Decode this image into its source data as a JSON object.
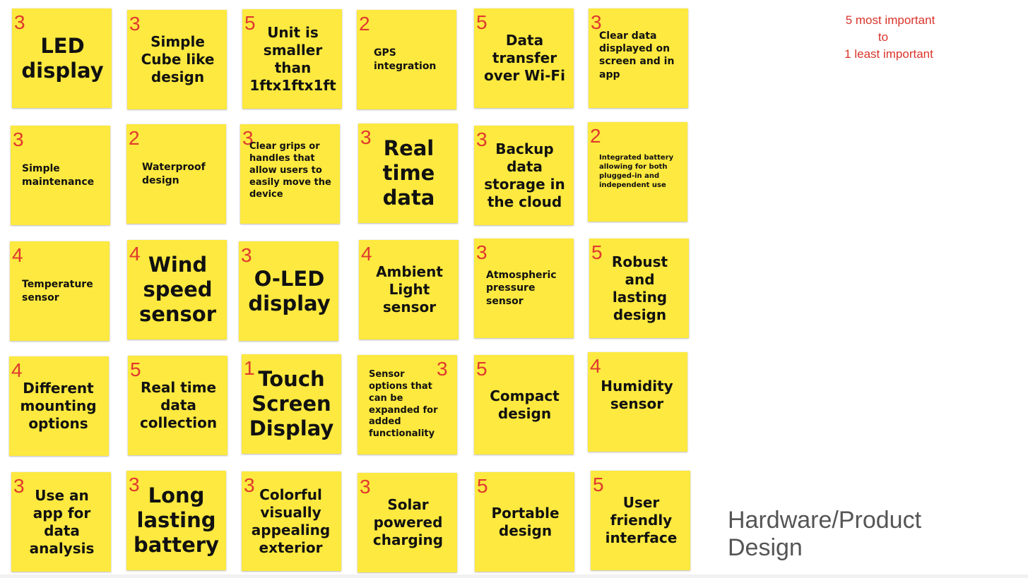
{
  "legend": {
    "line1": "5 most important",
    "line2": "to",
    "line3": "1 least important"
  },
  "section_title": {
    "line1": "Hardware/Product",
    "line2": "Design"
  },
  "notes": [
    {
      "rating": "3",
      "text": "LED display"
    },
    {
      "rating": "3",
      "text": "Simple Cube like design"
    },
    {
      "rating": "5",
      "text": "Unit is smaller than 1ftx1ftx1ft"
    },
    {
      "rating": "2",
      "text": "GPS integration"
    },
    {
      "rating": "5",
      "text": "Data transfer over Wi-Fi"
    },
    {
      "rating": "3",
      "text": "Clear data displayed on screen and in app"
    },
    {
      "rating": "3",
      "text": "Simple maintenance"
    },
    {
      "rating": "2",
      "text": "Waterproof design"
    },
    {
      "rating": "3",
      "text": "Clear grips or handles that allow users to easily move the device"
    },
    {
      "rating": "3",
      "text": "Real time data"
    },
    {
      "rating": "3",
      "text": "Backup data storage in the cloud"
    },
    {
      "rating": "2",
      "text": "Integrated battery allowing for both plugged-in and independent use"
    },
    {
      "rating": "4",
      "text": "Temperature sensor"
    },
    {
      "rating": "4",
      "text": "Wind speed sensor"
    },
    {
      "rating": "3",
      "text": "O-LED display"
    },
    {
      "rating": "4",
      "text": "Ambient Light sensor"
    },
    {
      "rating": "3",
      "text": "Atmospheric pressure sensor"
    },
    {
      "rating": "5",
      "text": "Robust and lasting design"
    },
    {
      "rating": "4",
      "text": "Different mounting options"
    },
    {
      "rating": "5",
      "text": "Real time data collection"
    },
    {
      "rating": "1",
      "text": "Touch Screen Display"
    },
    {
      "rating": "3",
      "text": "Sensor options that can be expanded for added functionality"
    },
    {
      "rating": "5",
      "text": "Compact design"
    },
    {
      "rating": "4",
      "text": "Humidity sensor"
    },
    {
      "rating": "3",
      "text": "Use an app for data analysis"
    },
    {
      "rating": "3",
      "text": "Long lasting battery"
    },
    {
      "rating": "3",
      "text": "Colorful visually appealing exterior"
    },
    {
      "rating": "3",
      "text": "Solar powered charging"
    },
    {
      "rating": "5",
      "text": "Portable design"
    },
    {
      "rating": "5",
      "text": "User friendly interface"
    }
  ]
}
